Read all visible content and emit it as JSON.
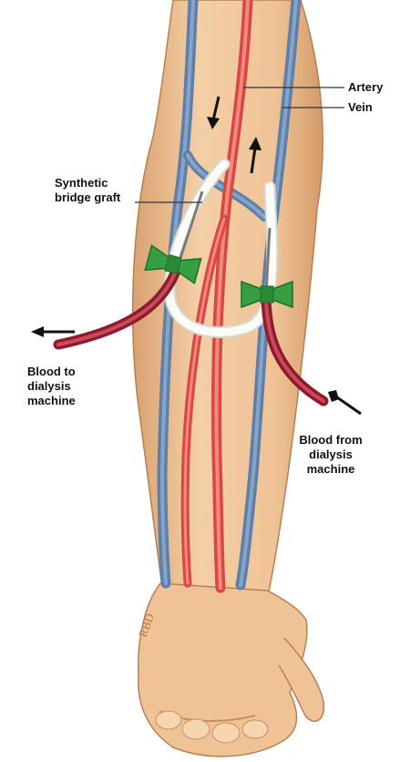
{
  "labels": {
    "artery": "Artery",
    "vein": "Vein",
    "graft": [
      "Synthetic",
      "bridge graft"
    ],
    "blood_to": [
      "Blood to",
      "dialysis",
      "machine"
    ],
    "blood_from": [
      "Blood from",
      "dialysis",
      "machine"
    ],
    "wrist_mark": "RBD"
  },
  "colors": {
    "skin": "#f0c79b",
    "skin_dark": "#d9a170",
    "vein": "#6f8fb5",
    "artery": "#e4554f",
    "graft": "#f4f4f0",
    "clamp": "#3aa845",
    "tube": "#b2253a"
  },
  "flow_arrows": [
    "down",
    "up",
    "left",
    "up-left"
  ]
}
